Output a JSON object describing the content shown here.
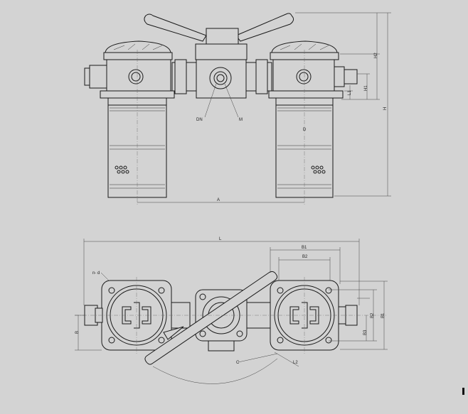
{
  "labels": {
    "A": "A",
    "DN": "DN",
    "M": "M",
    "D": "D",
    "H": "H",
    "H1": "H1",
    "H2": "H2",
    "L1": "L1",
    "L": "L",
    "B1": "B1",
    "B2": "B2",
    "B3": "B3",
    "B": "B",
    "n_d": "n- d",
    "C": "C",
    "L2": "L2",
    "B_right": "B1"
  },
  "colors": {
    "background": "#d3d3d3",
    "line": "#1a1a1a"
  }
}
